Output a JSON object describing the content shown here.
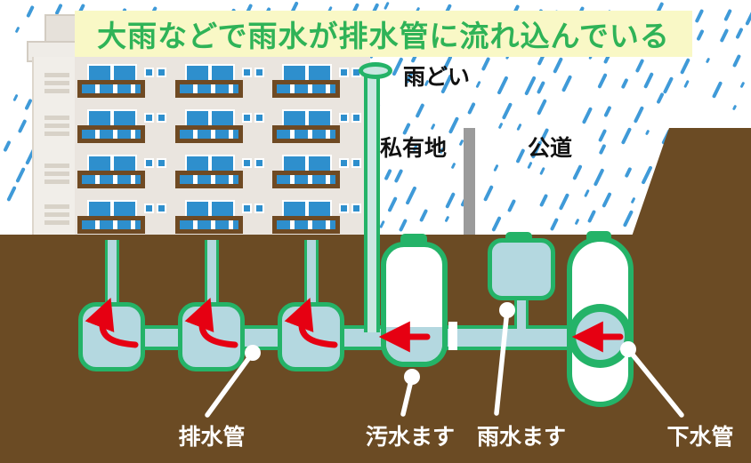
{
  "title": "大雨などで雨水が排水管に流れ込んでいる",
  "labels": {
    "rain_gutter": "雨どい",
    "private_land": "私有地",
    "public_road": "公道",
    "drain_pipe": "排水管",
    "sewage_basin": "汚水ます",
    "rainwater_basin": "雨水ます",
    "sewer_pipe": "下水管"
  },
  "colors": {
    "pipe_green": "#24b368",
    "title_green": "#2fb357",
    "banner_bg": "#f9f8c6",
    "rain_blue": "#3f9ad8",
    "window_blue": "#2e8fcd",
    "soil_brown": "#6b4b24",
    "water_blue": "#b4d8e0",
    "downspout_blue": "#c9e7e1",
    "arrow_red": "#e60012",
    "railing_brown": "#6f4a23",
    "post_gray": "#9b9b9b",
    "building_gray": "#eae5df"
  }
}
